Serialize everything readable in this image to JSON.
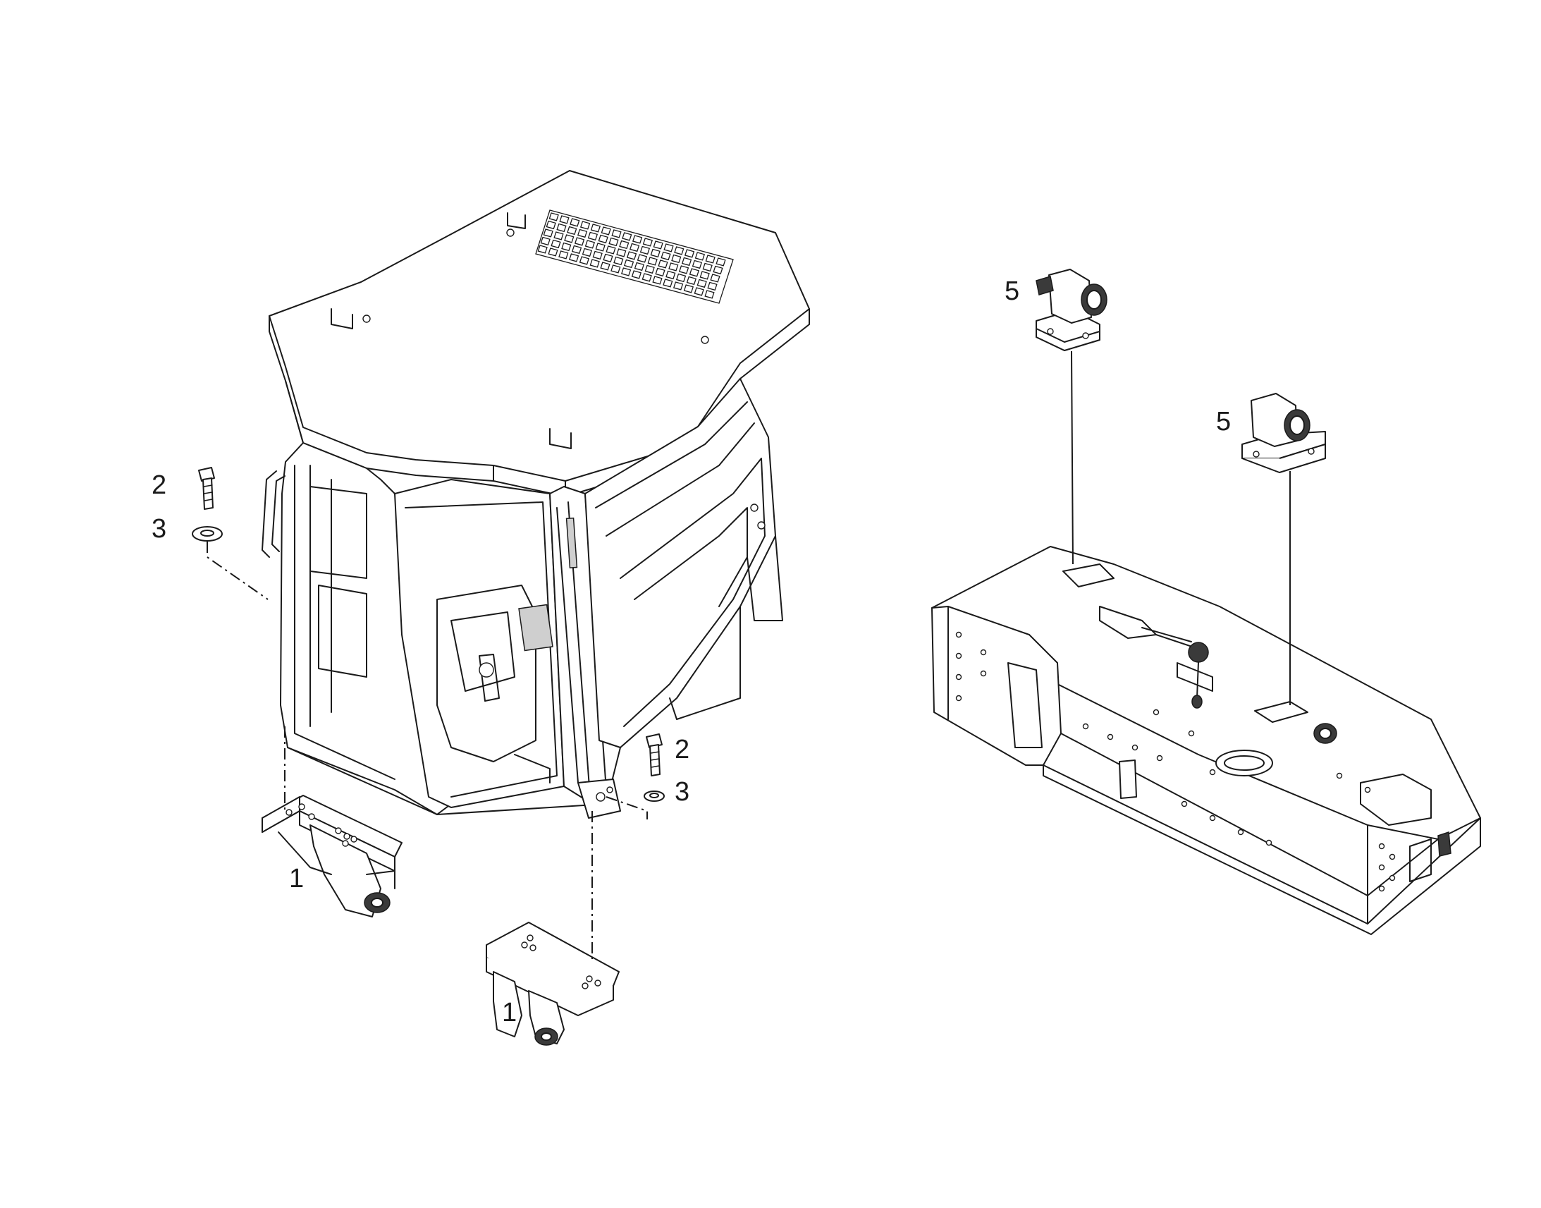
{
  "callouts": {
    "engine_mount": "1",
    "bolt": "2",
    "washer": "3",
    "tank_mount": "5"
  }
}
